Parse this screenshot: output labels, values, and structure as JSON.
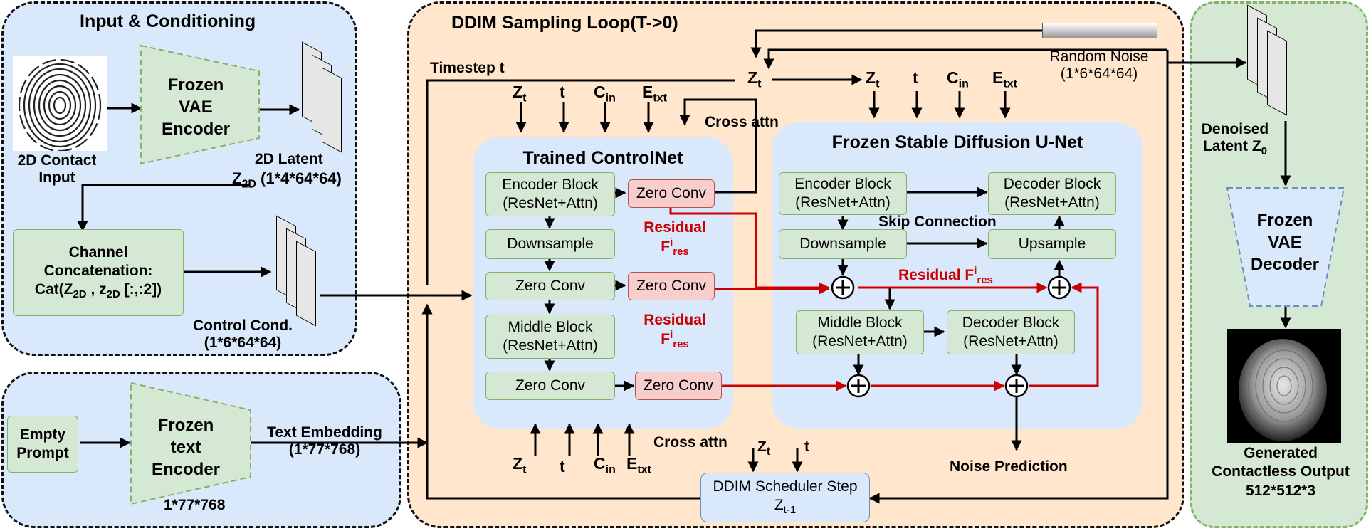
{
  "panels": {
    "input_title": "Input & Conditioning",
    "ddim_title": "DDIM Sampling Loop(T->0)"
  },
  "input": {
    "contact_label": "2D Contact\nInput",
    "vae_encoder": "Frozen\nVAE\nEncoder",
    "latent_label": "2D Latent",
    "latent_size": "(1*4*64*64)",
    "latent_var": "Z",
    "latent_var_sub": "2D",
    "concat_line1": "Channel",
    "concat_line2": "Concatenation:",
    "concat_line3a": "Cat(Z",
    "concat_sub1": "2D",
    "concat_mid": " , z",
    "concat_sub2": "2D",
    "concat_line3b": " [:,:2])",
    "control_cond": "Control Cond.",
    "control_cond_size": "(1*6*64*64)"
  },
  "text": {
    "empty_prompt": "Empty\nPrompt",
    "text_encoder": "Frozen\ntext\nEncoder",
    "encoder_size": "1*77*768",
    "embedding_label": "Text Embedding",
    "embedding_size": "(1*77*768)"
  },
  "loop": {
    "timestep": "Timestep t",
    "random_noise": "Random Noise",
    "random_noise_size": "(1*6*64*64)",
    "cross_attn": "Cross attn",
    "cross_attn_bottom": "Cross attn",
    "scheduler_line1": "DDIM Scheduler Step",
    "scheduler_var": "Z",
    "scheduler_sub": "t-1",
    "noise_prediction": "Noise Prediction"
  },
  "symbols": {
    "z": "Z",
    "t_sub": "t",
    "t": "t",
    "c": "C",
    "in_sub": "in",
    "e": "E",
    "txt_sub": "txt"
  },
  "controlnet": {
    "title": "Trained ControlNet",
    "encoder_block": "Encoder Block\n(ResNet+Attn)",
    "downsample": "Downsample",
    "zero_conv": "Zero Conv",
    "middle_block": "Middle Block\n(ResNet+Attn)",
    "residual": "Residual",
    "residual_f": "F",
    "residual_sup": "i",
    "residual_sub": "res"
  },
  "unet": {
    "title": "Frozen Stable Diffusion U-Net",
    "encoder_block": "Encoder Block\n(ResNet+Attn)",
    "decoder_block": "Decoder Block\n(ResNet+Attn)",
    "skip_connection": "Skip Connection",
    "downsample": "Downsample",
    "upsample": "Upsample",
    "residual_label": "Residual F",
    "residual_sup": "i",
    "residual_sub": "res",
    "middle_block": "Middle Block\n(ResNet+Attn)",
    "decoder_block_2": "Decoder Block\n(ResNet+Attn)"
  },
  "output": {
    "denoised_line1": "Denoised",
    "denoised_line2": "Latent Z",
    "denoised_sub": "0",
    "vae_decoder": "Frozen\nVAE\nDecoder",
    "generated_line1": "Generated",
    "generated_line2": "Contactless Output",
    "generated_size": "512*512*3"
  },
  "colors": {
    "panel_blue": "#dae8fc",
    "panel_orange": "#ffe6cc",
    "panel_green": "#d5e8d4",
    "block_green": "#d5e8d4",
    "block_red": "#f8cecc",
    "residual_red": "#cc0000"
  }
}
